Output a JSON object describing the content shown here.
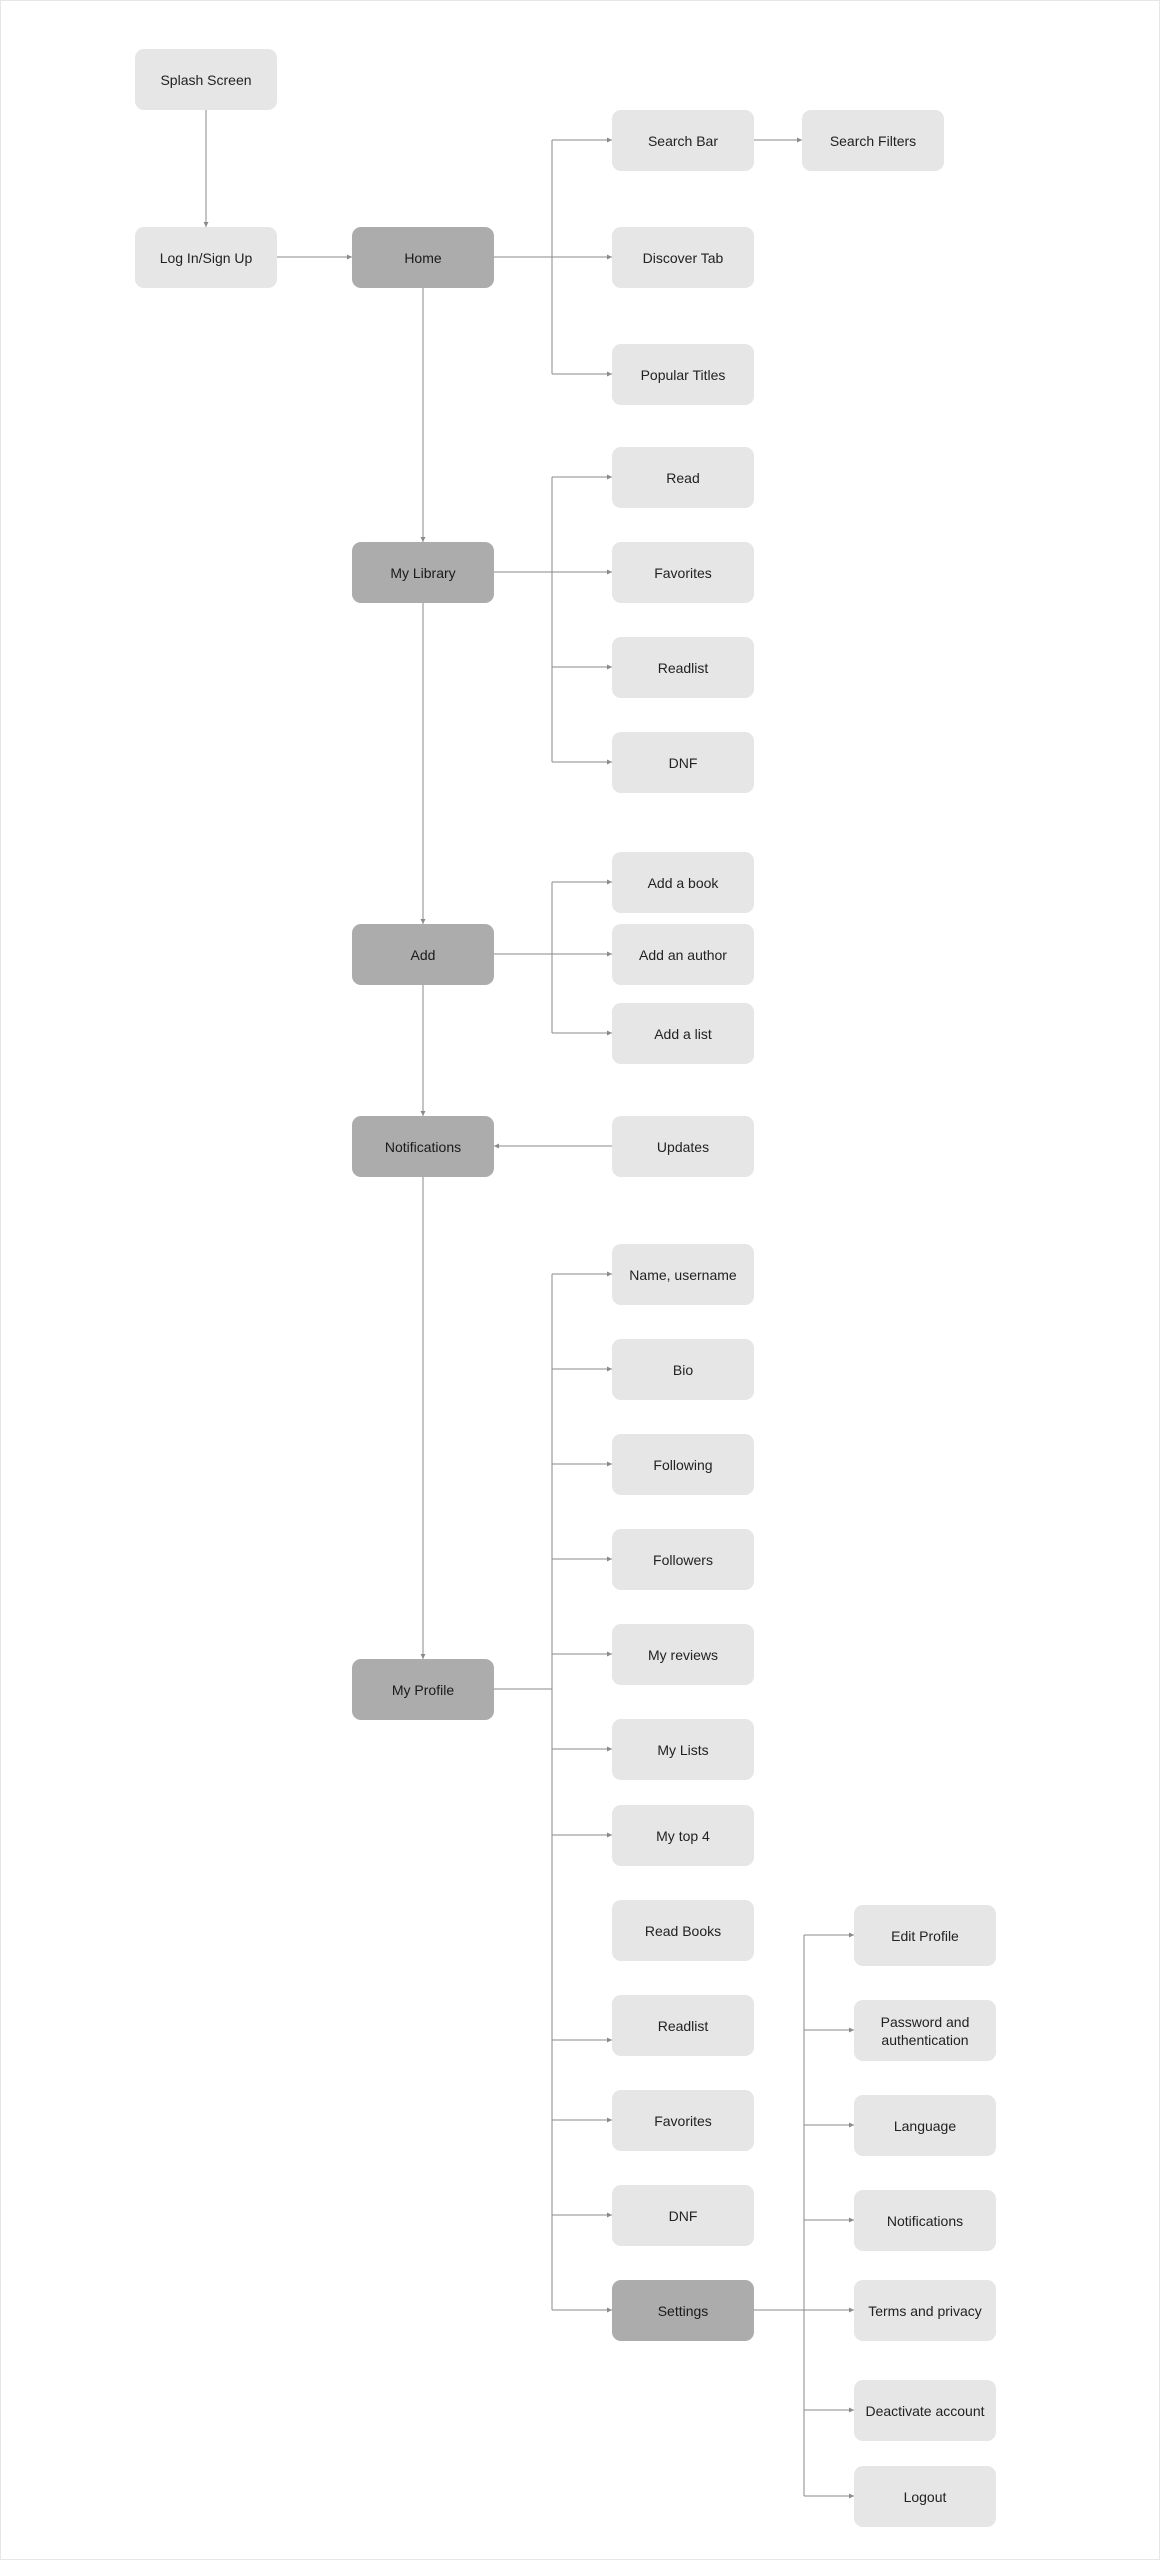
{
  "diagram": {
    "nodes": [
      {
        "id": "splash",
        "label": "Splash Screen",
        "kind": "secondary"
      },
      {
        "id": "login",
        "label": "Log In/Sign Up",
        "kind": "secondary"
      },
      {
        "id": "home",
        "label": "Home",
        "kind": "primary"
      },
      {
        "id": "search-bar",
        "label": "Search Bar",
        "kind": "secondary"
      },
      {
        "id": "search-filters",
        "label": "Search Filters",
        "kind": "secondary"
      },
      {
        "id": "discover-tab",
        "label": "Discover Tab",
        "kind": "secondary"
      },
      {
        "id": "popular-titles",
        "label": "Popular Titles",
        "kind": "secondary"
      },
      {
        "id": "my-library",
        "label": "My Library",
        "kind": "primary"
      },
      {
        "id": "read",
        "label": "Read",
        "kind": "secondary"
      },
      {
        "id": "favorites",
        "label": "Favorites",
        "kind": "secondary"
      },
      {
        "id": "readlist",
        "label": "Readlist",
        "kind": "secondary"
      },
      {
        "id": "dnf",
        "label": "DNF",
        "kind": "secondary"
      },
      {
        "id": "add",
        "label": "Add",
        "kind": "primary"
      },
      {
        "id": "add-book",
        "label": "Add a book",
        "kind": "secondary"
      },
      {
        "id": "add-author",
        "label": "Add an author",
        "kind": "secondary"
      },
      {
        "id": "add-list",
        "label": "Add a list",
        "kind": "secondary"
      },
      {
        "id": "notifications",
        "label": "Notifications",
        "kind": "primary"
      },
      {
        "id": "updates",
        "label": "Updates",
        "kind": "secondary"
      },
      {
        "id": "my-profile",
        "label": "My Profile",
        "kind": "primary"
      },
      {
        "id": "name-username",
        "label": "Name, username",
        "kind": "secondary"
      },
      {
        "id": "bio",
        "label": "Bio",
        "kind": "secondary"
      },
      {
        "id": "following",
        "label": "Following",
        "kind": "secondary"
      },
      {
        "id": "followers",
        "label": "Followers",
        "kind": "secondary"
      },
      {
        "id": "my-reviews",
        "label": "My reviews",
        "kind": "secondary"
      },
      {
        "id": "my-lists",
        "label": "My Lists",
        "kind": "secondary"
      },
      {
        "id": "my-top-4",
        "label": "My top 4",
        "kind": "secondary"
      },
      {
        "id": "read-books",
        "label": "Read Books",
        "kind": "secondary"
      },
      {
        "id": "profile-readlist",
        "label": "Readlist",
        "kind": "secondary"
      },
      {
        "id": "profile-favorites",
        "label": "Favorites",
        "kind": "secondary"
      },
      {
        "id": "profile-dnf",
        "label": "DNF",
        "kind": "secondary"
      },
      {
        "id": "settings",
        "label": "Settings",
        "kind": "primary"
      },
      {
        "id": "edit-profile",
        "label": "Edit Profile",
        "kind": "secondary"
      },
      {
        "id": "password-auth",
        "label": "Password and authentication",
        "kind": "secondary"
      },
      {
        "id": "language",
        "label": "Language",
        "kind": "secondary"
      },
      {
        "id": "settings-notifications",
        "label": "Notifications",
        "kind": "secondary"
      },
      {
        "id": "terms-privacy",
        "label": "Terms and privacy",
        "kind": "secondary"
      },
      {
        "id": "deactivate-account",
        "label": "Deactivate account",
        "kind": "secondary"
      },
      {
        "id": "logout",
        "label": "Logout",
        "kind": "secondary"
      }
    ],
    "edges": [
      {
        "from": "splash",
        "to": "login"
      },
      {
        "from": "login",
        "to": "home"
      },
      {
        "from": "home",
        "to": "search-bar"
      },
      {
        "from": "search-bar",
        "to": "search-filters"
      },
      {
        "from": "home",
        "to": "discover-tab"
      },
      {
        "from": "home",
        "to": "popular-titles"
      },
      {
        "from": "home",
        "to": "my-library"
      },
      {
        "from": "my-library",
        "to": "read"
      },
      {
        "from": "my-library",
        "to": "favorites"
      },
      {
        "from": "my-library",
        "to": "readlist"
      },
      {
        "from": "my-library",
        "to": "dnf"
      },
      {
        "from": "my-library",
        "to": "add"
      },
      {
        "from": "add",
        "to": "add-book"
      },
      {
        "from": "add",
        "to": "add-author"
      },
      {
        "from": "add",
        "to": "add-list"
      },
      {
        "from": "add",
        "to": "notifications"
      },
      {
        "from": "updates",
        "to": "notifications"
      },
      {
        "from": "notifications",
        "to": "my-profile"
      },
      {
        "from": "my-profile",
        "to": "name-username"
      },
      {
        "from": "my-profile",
        "to": "bio"
      },
      {
        "from": "my-profile",
        "to": "following"
      },
      {
        "from": "my-profile",
        "to": "followers"
      },
      {
        "from": "my-profile",
        "to": "my-reviews"
      },
      {
        "from": "my-profile",
        "to": "my-lists"
      },
      {
        "from": "my-profile",
        "to": "my-top-4"
      },
      {
        "from": "my-profile",
        "to": "profile-readlist"
      },
      {
        "from": "my-profile",
        "to": "profile-favorites"
      },
      {
        "from": "my-profile",
        "to": "profile-dnf"
      },
      {
        "from": "my-profile",
        "to": "settings"
      },
      {
        "from": "settings",
        "to": "edit-profile"
      },
      {
        "from": "settings",
        "to": "password-auth"
      },
      {
        "from": "settings",
        "to": "language"
      },
      {
        "from": "settings",
        "to": "settings-notifications"
      },
      {
        "from": "settings",
        "to": "terms-privacy"
      },
      {
        "from": "settings",
        "to": "deactivate-account"
      },
      {
        "from": "settings",
        "to": "logout"
      }
    ]
  },
  "colors": {
    "primary_node": "#acacac",
    "secondary_node": "#e6e6e6",
    "connector": "#8a8a8a",
    "text": "#222222"
  }
}
